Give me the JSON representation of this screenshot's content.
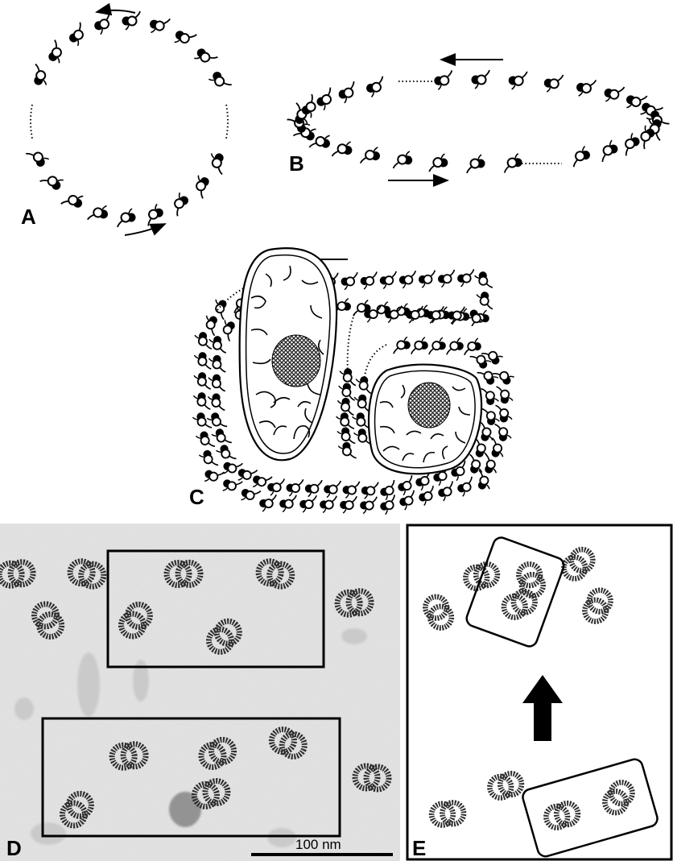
{
  "panels": {
    "a": {
      "label": "A"
    },
    "b": {
      "label": "B"
    },
    "c": {
      "label": "C"
    },
    "d": {
      "label": "D",
      "scale_bar": "100 nm"
    },
    "e": {
      "label": "E"
    }
  },
  "colors": {
    "ink": "#000000",
    "micrograph_background": "#e6e6e6",
    "stain": "#3a3a3a",
    "mitochondria_matrix": "#555555"
  },
  "icons": {
    "direction_arrow": "arrow-icon",
    "up_arrow": "thick-up-arrow-icon"
  }
}
